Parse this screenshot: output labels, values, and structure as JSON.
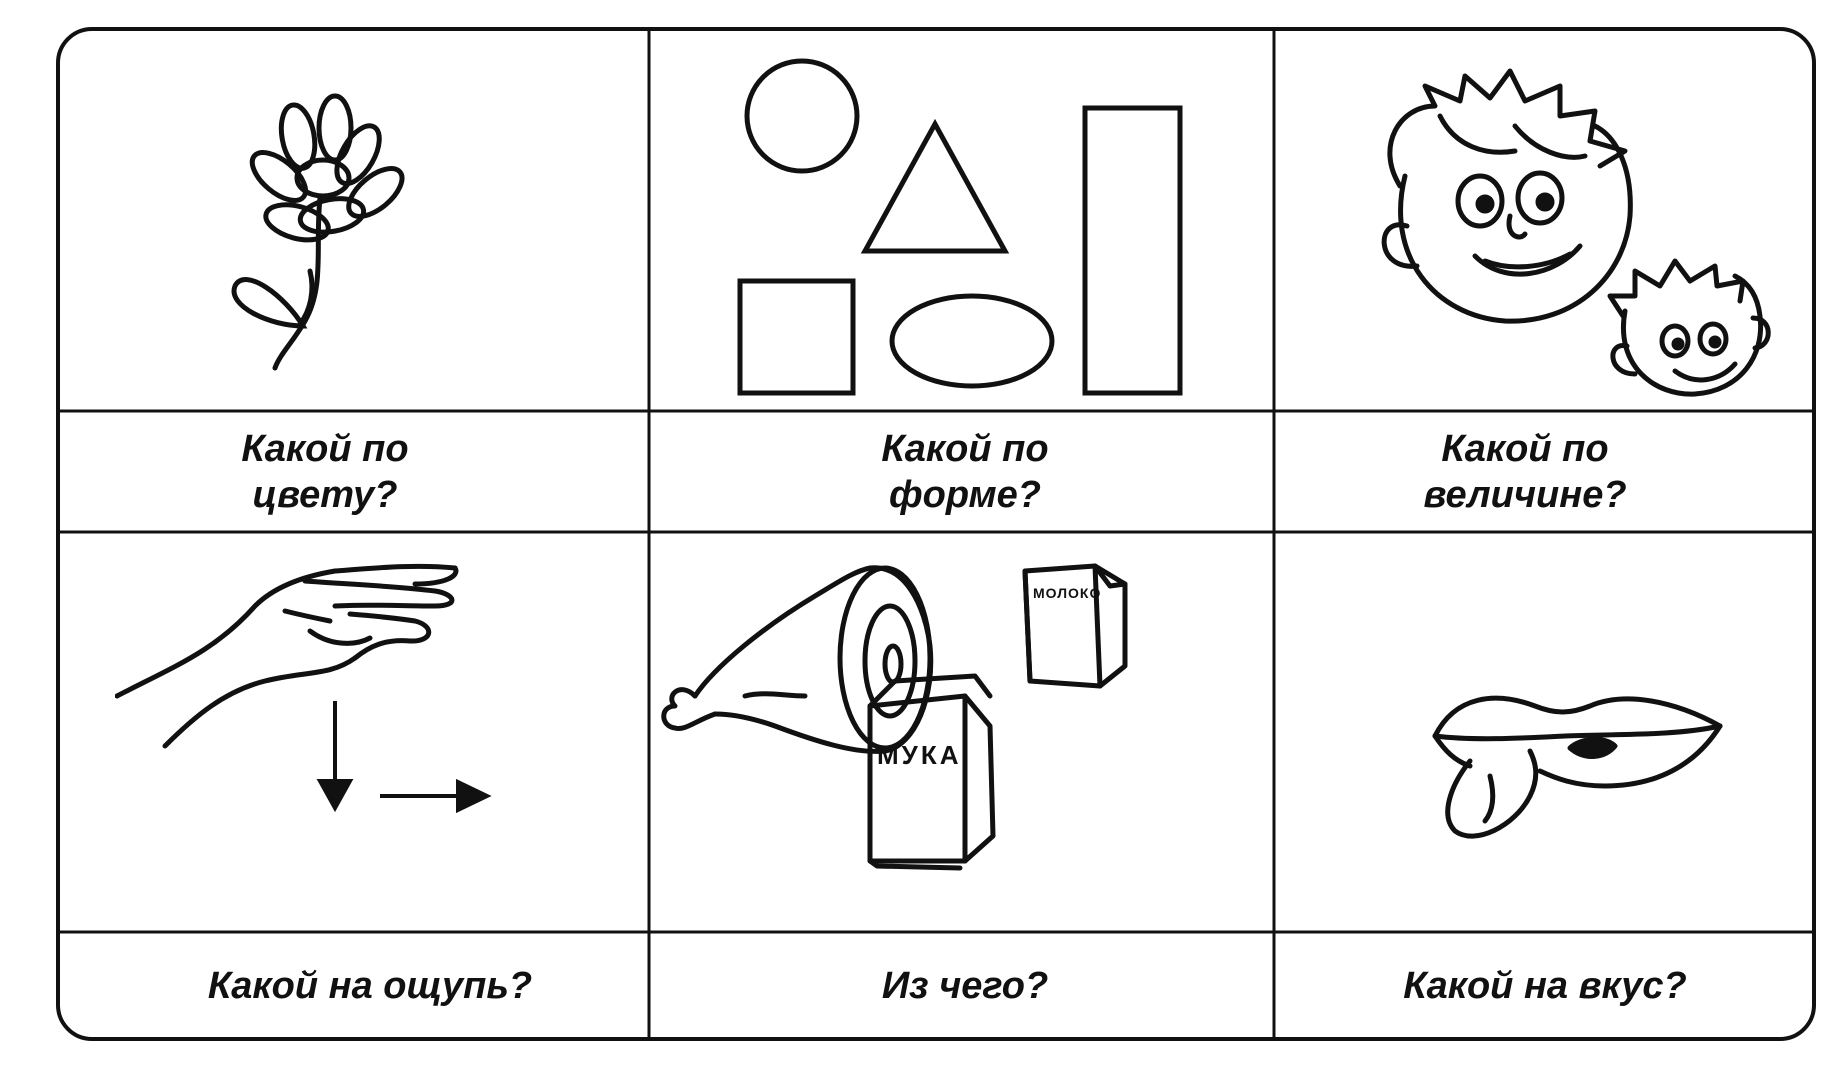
{
  "captions": {
    "color": {
      "line1": "Какой по",
      "line2": "цвету?"
    },
    "shape": {
      "line1": "Какой по",
      "line2": "форме?"
    },
    "size": {
      "line1": "Какой по",
      "line2": "величине?"
    },
    "touch": "Какой на ощупь?",
    "material": "Из чего?",
    "taste": "Какой на вкус?"
  },
  "package_labels": {
    "milk": "МОЛОКО",
    "flour": "МУКА"
  },
  "colors": {
    "ink": "#111111",
    "paper": "#ffffff"
  },
  "icons": [
    "flower-icon",
    "shapes-icon",
    "boy-faces-icon",
    "hand-icon",
    "food-items-icon",
    "mouth-tongue-icon"
  ]
}
